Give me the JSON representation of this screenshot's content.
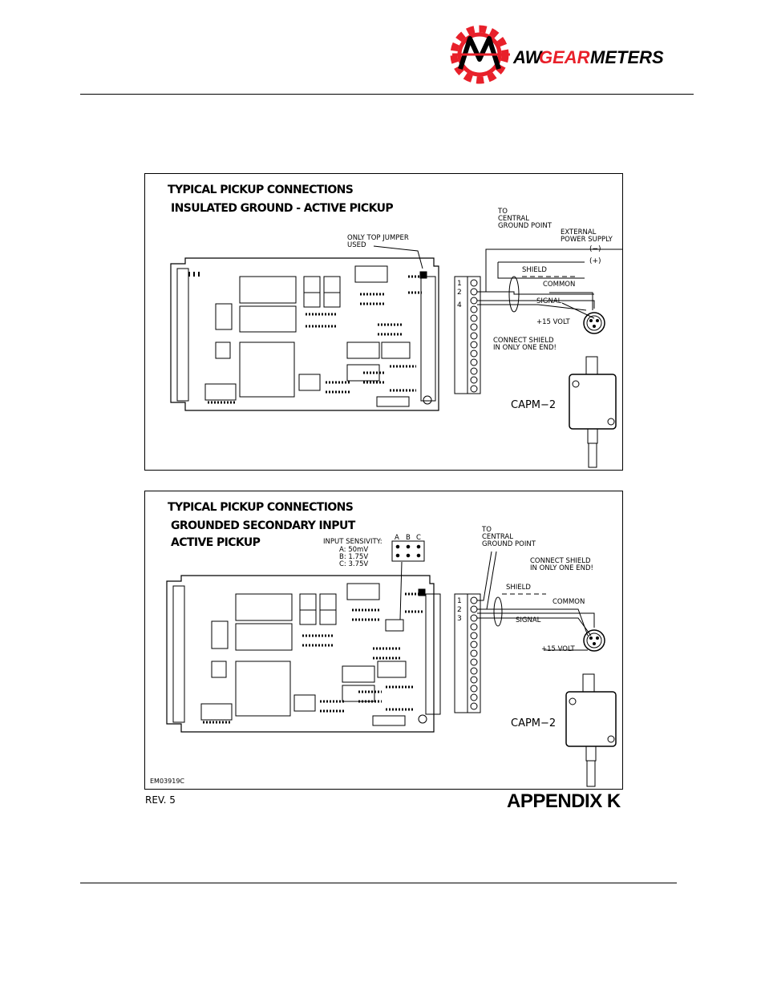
{
  "header": {
    "brand_aw": "AW",
    "brand_gear": "GEAR",
    "brand_meters": "METERS",
    "logo_monogram": "AW"
  },
  "diagram1": {
    "title_line1": "TYPICAL PICKUP CONNECTIONS",
    "title_line2": "INSULATED GROUND - ACTIVE PICKUP",
    "jumper_note_line1": "ONLY  TOP  JUMPER",
    "jumper_note_line2": "USED",
    "ground_line1": "TO",
    "ground_line2": "CENTRAL",
    "ground_line3": "GROUND  POINT",
    "supply_line1": "EXTERNAL",
    "supply_line2": "POWER  SUPPLY",
    "supply_minus": "(−)",
    "supply_plus": "(+)",
    "shield": "SHIELD",
    "common": "COMMON",
    "signal": "SIGNAL",
    "volt": "+15  VOLT",
    "note_line1": "CONNECT  SHIELD",
    "note_line2": "IN  ONLY  ONE  END!",
    "terminals": [
      "1",
      "2",
      "4"
    ],
    "pickup": "CAPM−2"
  },
  "diagram2": {
    "title_line1": "TYPICAL PICKUP CONNECTIONS",
    "title_line2": "GROUNDED SECONDARY INPUT",
    "title_line3": "ACTIVE PICKUP",
    "sens_title": "INPUT  SENSIVITY:",
    "sens_a": "A:  50mV",
    "sens_b": "B:  1.75V",
    "sens_c": "C:  3.75V",
    "jumper_cols": [
      "A",
      "B",
      "C"
    ],
    "ground_line1": "TO",
    "ground_line2": "CENTRAL",
    "ground_line3": "GROUND  POINT",
    "note_line1": "CONNECT  SHIELD",
    "note_line2": "IN  ONLY  ONE  END!",
    "shield": "SHIELD",
    "common": "COMMON",
    "signal": "SIGNAL",
    "volt": "+15  VOLT",
    "terminals": [
      "1",
      "2",
      "3"
    ],
    "pickup": "CAPM−2",
    "drawing_no": "EM03919C"
  },
  "footer": {
    "rev": "REV.  5",
    "appendix": "APPENDIX K"
  },
  "colors": {
    "logo_red": "#e8202a",
    "ink": "#000000"
  }
}
